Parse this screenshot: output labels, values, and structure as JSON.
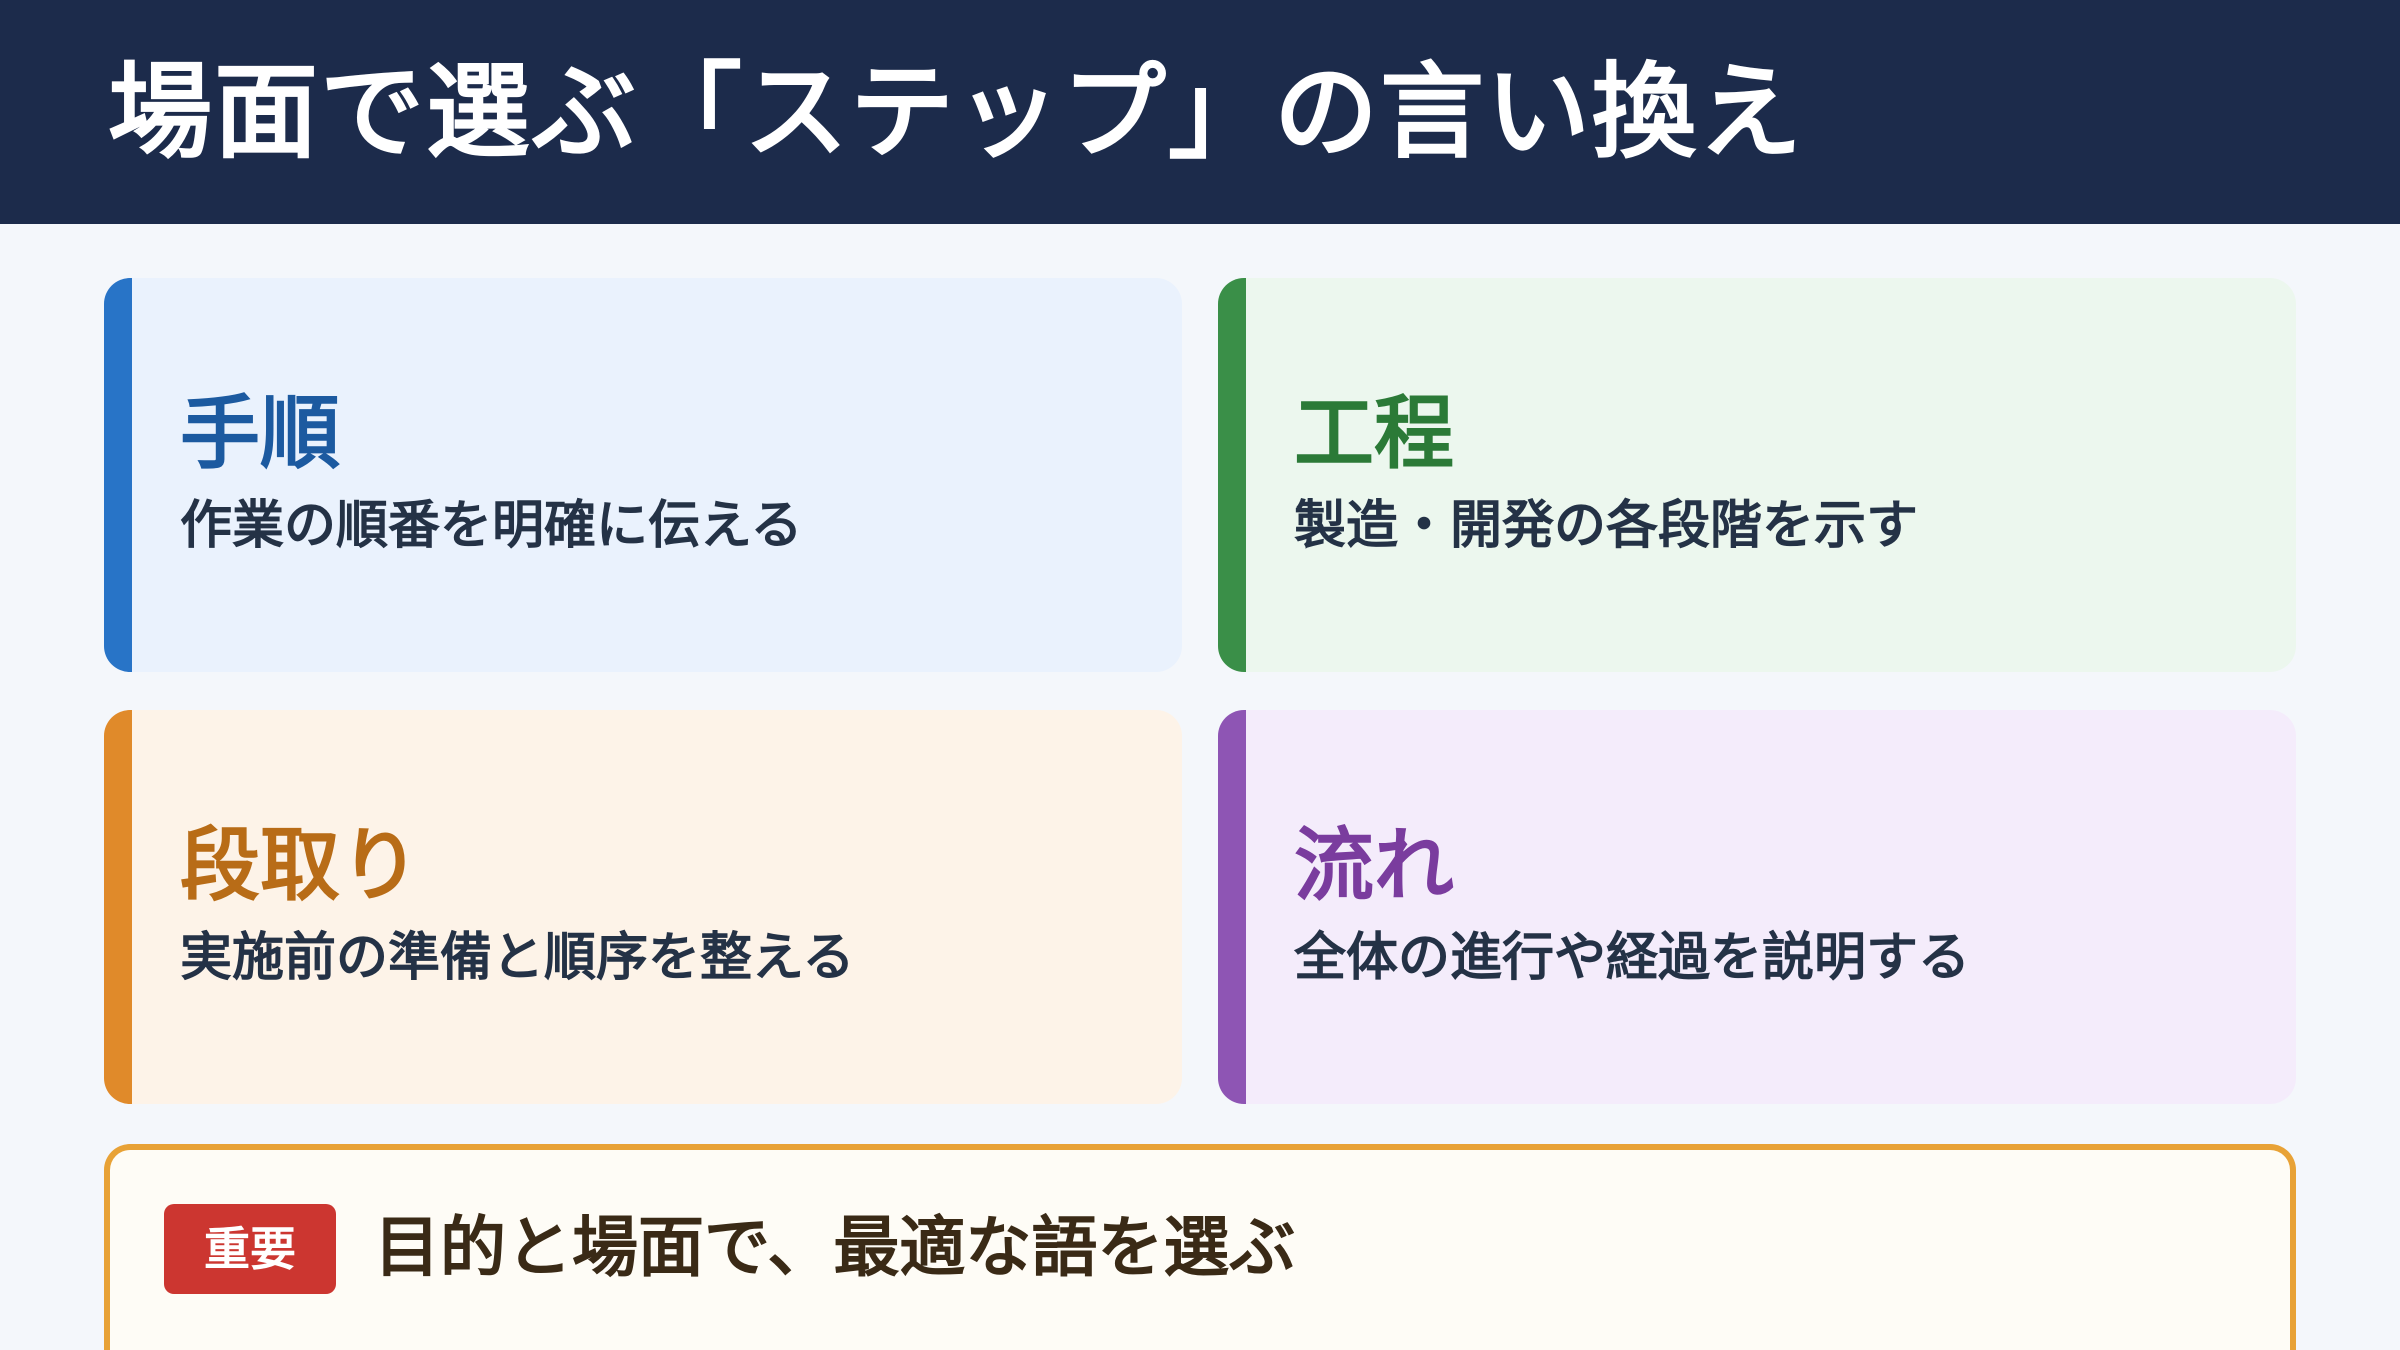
{
  "header": {
    "title": "場面で選ぶ「ステップ」の言い換え"
  },
  "cards": [
    {
      "term": "手順",
      "description": "作業の順番を明確に伝える",
      "accent_color": "#2874c7"
    },
    {
      "term": "工程",
      "description": "製造・開発の各段階を示す",
      "accent_color": "#3a8f48"
    },
    {
      "term": "段取り",
      "description": "実施前の準備と順序を整える",
      "accent_color": "#e08a2a"
    },
    {
      "term": "流れ",
      "description": "全体の進行や経過を説明する",
      "accent_color": "#8e55b4"
    }
  ],
  "note": {
    "badge": "重要",
    "text": "目的と場面で、最適な語を選ぶ",
    "border_color": "#e8a236",
    "badge_color": "#cc3630"
  },
  "colors": {
    "header_background": "#1c2b4b",
    "page_background": "#f4f7fb"
  }
}
